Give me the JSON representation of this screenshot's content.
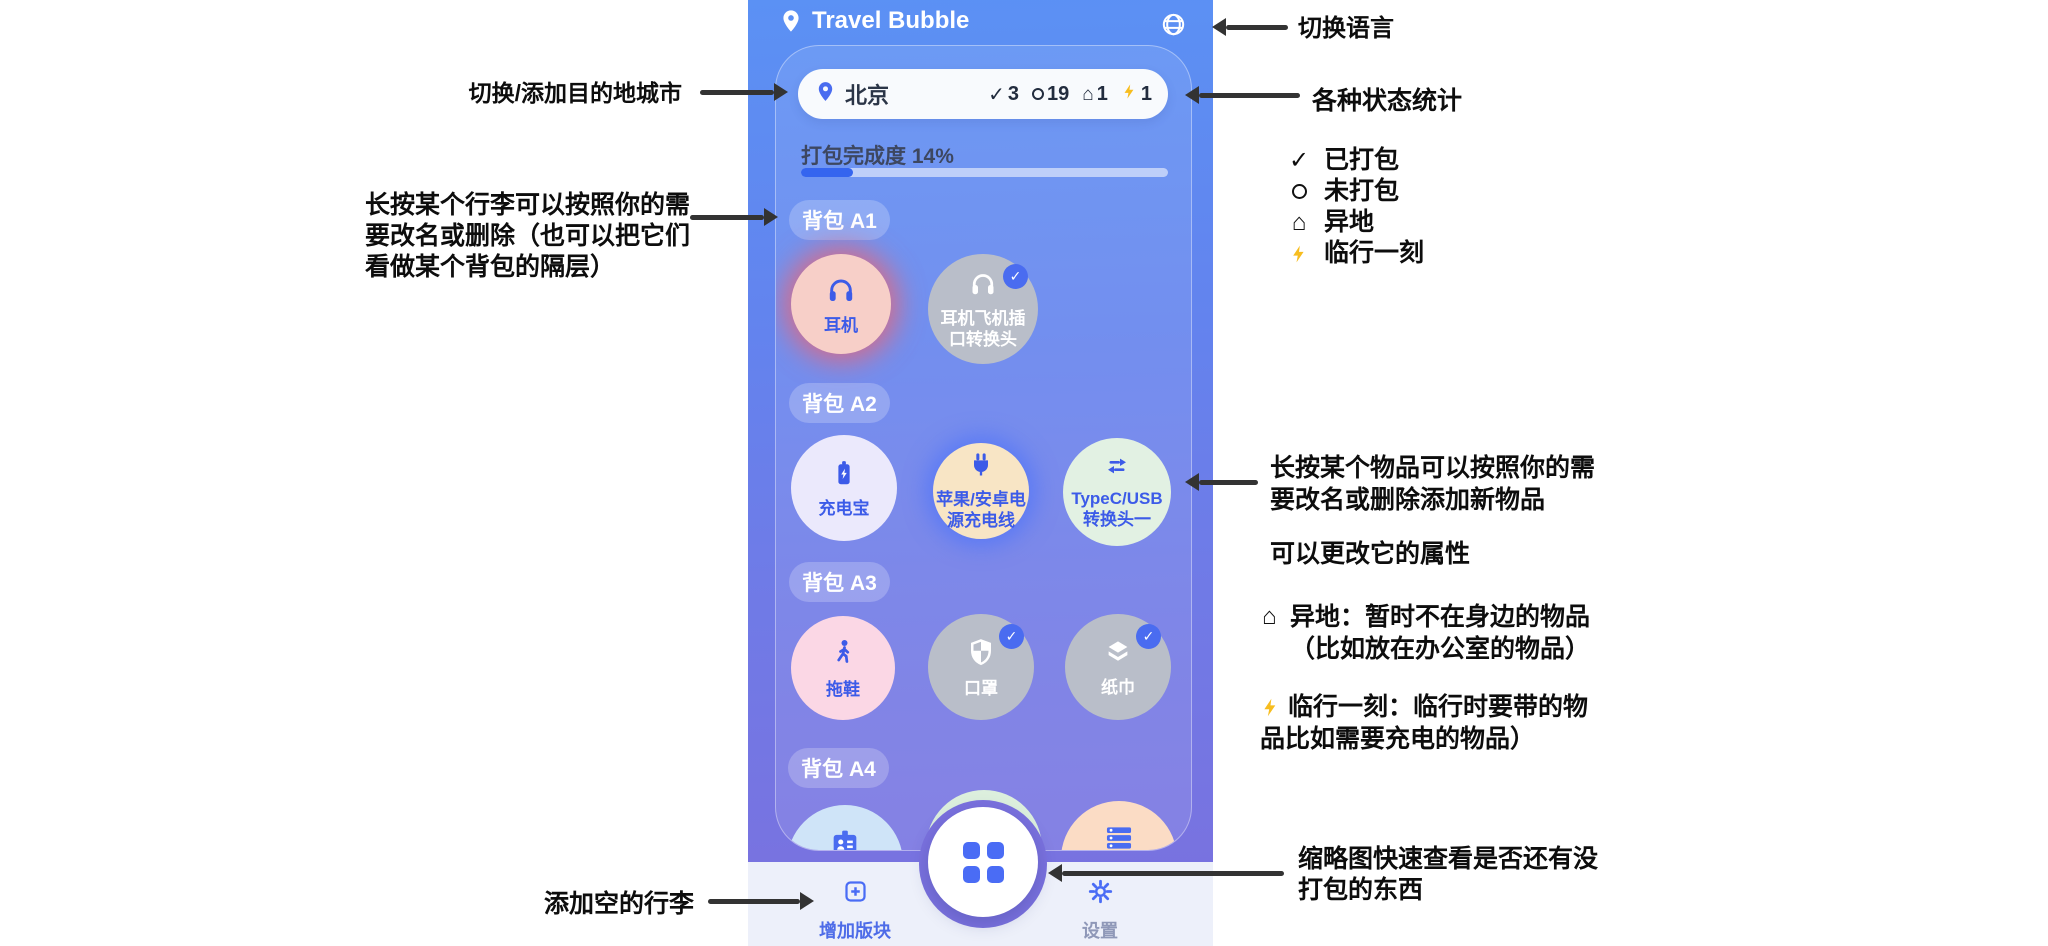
{
  "icons": {
    "check": "✓",
    "house": "⌂"
  },
  "colors": {
    "accent_blue": "#4a6cf0",
    "progress_blue": "#3565ef",
    "lightning_yellow": "#f7bd1f",
    "phone_gradient_top": "#5b91f4",
    "phone_gradient_bottom": "#7b70de",
    "nav_background": "#edf0fa",
    "annotation_black": "#0d0d0d"
  },
  "app": {
    "title": "Travel Bubble",
    "city_bar": {
      "city": "北京",
      "stats": {
        "packed": "3",
        "unpacked": "19",
        "remote": "1",
        "last_moment": "1"
      }
    },
    "progress": {
      "label": "打包完成度 14%",
      "percent": 14
    },
    "sections": [
      {
        "label": "背包 A1",
        "items": [
          {
            "lines": [
              "耳机"
            ],
            "icon": "headphones",
            "checked": false
          },
          {
            "lines": [
              "耳机飞机插",
              "口转换头"
            ],
            "icon": "headphones",
            "checked": true
          }
        ]
      },
      {
        "label": "背包 A2",
        "items": [
          {
            "lines": [
              "充电宝"
            ],
            "icon": "battery",
            "checked": false
          },
          {
            "lines": [
              "苹果/安卓电",
              "源充电线"
            ],
            "icon": "plug",
            "checked": false
          },
          {
            "lines": [
              "TypeC/USB",
              "转换头一"
            ],
            "icon": "swap-arrows",
            "checked": false
          }
        ]
      },
      {
        "label": "背包 A3",
        "items": [
          {
            "lines": [
              "拖鞋"
            ],
            "icon": "walking-person",
            "checked": false
          },
          {
            "lines": [
              "口罩"
            ],
            "icon": "shield",
            "checked": true
          },
          {
            "lines": [
              "纸巾"
            ],
            "icon": "layers",
            "checked": true
          }
        ]
      },
      {
        "label": "背包 A4",
        "items": [
          {
            "lines": [],
            "icon": "id-badge",
            "checked": false
          },
          {
            "lines": [],
            "icon": "server-list",
            "checked": false
          }
        ]
      }
    ],
    "nav": {
      "add_label": "增加版块",
      "settings_label": "设置"
    }
  },
  "annotations": {
    "switch_language": "切换语言",
    "switch_city": "切换/添加目的地城市",
    "stats_title": "各种状态统计",
    "legend": [
      {
        "icon": "check",
        "label": "已打包"
      },
      {
        "icon": "circle",
        "label": "未打包"
      },
      {
        "icon": "house",
        "label": "异地"
      },
      {
        "icon": "lightning",
        "label": "临行一刻"
      }
    ],
    "luggage_longpress": [
      "长按某个行李可以按照你的需",
      "要改名或删除（也可以把它们",
      "看做某个背包的隔层）"
    ],
    "item_longpress": [
      "长按某个物品可以按照你的需",
      "要改名或删除添加新物品"
    ],
    "change_attr": "可以更改它的属性",
    "remote": {
      "lines": [
        "异地：暂时不在身边的物品",
        "（比如放在办公室的物品）"
      ]
    },
    "last_moment": {
      "lines": [
        "临行一刻：临行时要带的物",
        "品比如需要充电的物品）"
      ]
    },
    "thumbnail": [
      "缩略图快速查看是否还有没",
      "打包的东西"
    ],
    "add_luggage": "添加空的行李"
  }
}
